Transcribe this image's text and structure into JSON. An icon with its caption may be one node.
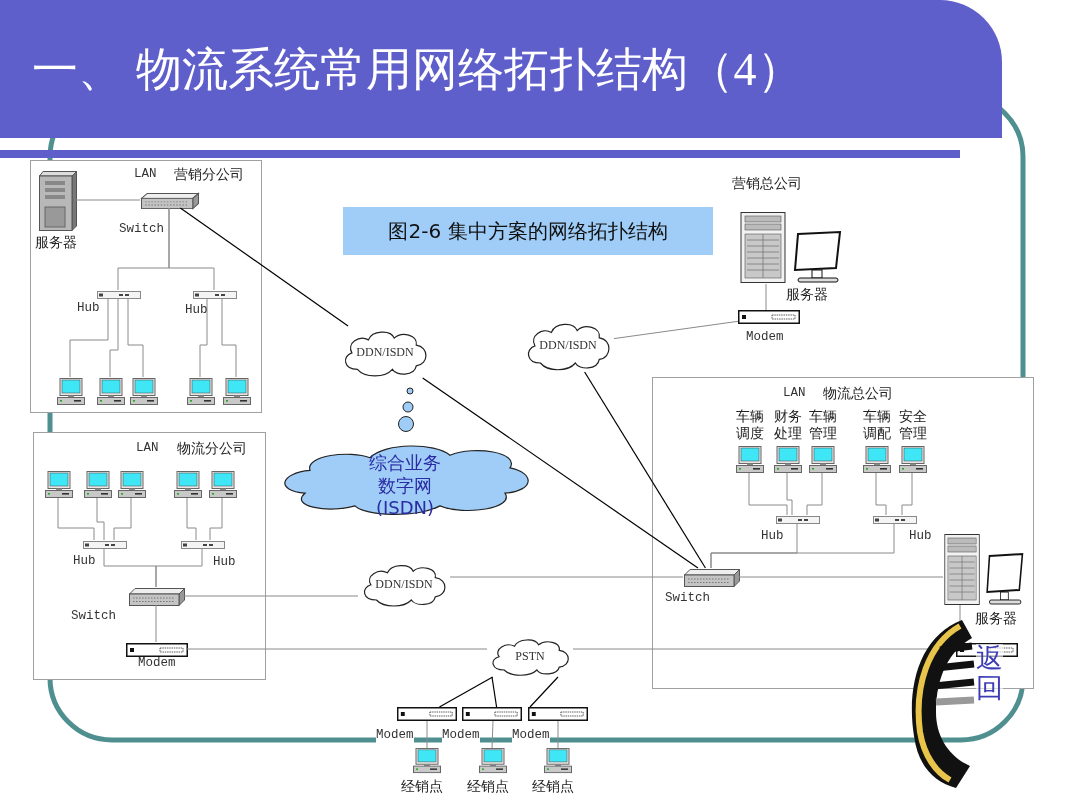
{
  "diagram": {
    "title": "一、 物流系统常用网络拓扑结构（4）",
    "caption": "图2-6 集中方案的网络拓扑结构",
    "nodes": [
      {
        "text": [
          "LAN",
          "营销分公司"
        ]
      },
      {
        "text": [
          "服务器"
        ],
        "in": 0
      },
      {
        "text": [
          "Switch"
        ],
        "in": 0
      },
      {
        "text": [
          "Hub"
        ],
        "in": 0
      },
      {
        "text": [
          "Hub"
        ],
        "in": 0
      },
      {
        "text": [],
        "shape": "computer",
        "in": 0
      },
      {
        "text": [],
        "shape": "computer",
        "in": 0
      },
      {
        "text": [],
        "shape": "computer",
        "in": 0
      },
      {
        "text": [],
        "shape": "computer",
        "in": 0
      },
      {
        "text": [],
        "shape": "computer",
        "in": 0
      },
      {
        "text": [
          "LAN",
          "物流分公司"
        ]
      },
      {
        "text": [],
        "shape": "computer",
        "in": 10
      },
      {
        "text": [],
        "shape": "computer",
        "in": 10
      },
      {
        "text": [],
        "shape": "computer",
        "in": 10
      },
      {
        "text": [],
        "shape": "computer",
        "in": 10
      },
      {
        "text": [],
        "shape": "computer",
        "in": 10
      },
      {
        "text": [
          "Hub"
        ],
        "in": 10
      },
      {
        "text": [
          "Hub"
        ],
        "in": 10
      },
      {
        "text": [
          "Switch"
        ],
        "in": 10
      },
      {
        "text": [
          "Modem"
        ],
        "in": 10
      },
      {
        "text": [
          "营销总公司",
          "服务器"
        ]
      },
      {
        "text": [
          "Modem"
        ]
      },
      {
        "text": [
          "DDN/ISDN"
        ]
      },
      {
        "text": [
          "DDN/ISDN"
        ]
      },
      {
        "text": [
          "综合业务数字网(ISDN)"
        ]
      },
      {
        "text": [
          "DDN/ISDN"
        ]
      },
      {
        "text": [
          "PSTN"
        ]
      },
      {
        "text": [
          "LAN",
          "物流总公司"
        ]
      },
      {
        "text": [
          "车辆调度"
        ],
        "in": 27
      },
      {
        "text": [
          "财务处理"
        ],
        "in": 27
      },
      {
        "text": [
          "车辆管理"
        ],
        "in": 27
      },
      {
        "text": [
          "车辆调配"
        ],
        "in": 27
      },
      {
        "text": [
          "安全管理"
        ],
        "in": 27
      },
      {
        "text": [
          "Hub"
        ],
        "in": 27
      },
      {
        "text": [
          "Hub"
        ],
        "in": 27
      },
      {
        "text": [
          "Switch"
        ],
        "in": 27
      },
      {
        "text": [
          "服务器"
        ],
        "in": 27
      },
      {
        "text": [],
        "shape": "box",
        "in": 27
      },
      {
        "text": [
          "Modem"
        ]
      },
      {
        "text": [
          "Modem"
        ]
      },
      {
        "text": [
          "Modem"
        ]
      },
      {
        "text": [
          "经销点"
        ]
      },
      {
        "text": [
          "经销点"
        ]
      },
      {
        "text": [
          "经销点"
        ]
      }
    ],
    "edges": [
      {
        "from": 1,
        "to": 2,
        "arrow": "none"
      },
      {
        "from": 2,
        "to": 3,
        "arrow": "none"
      },
      {
        "from": 2,
        "to": 4,
        "arrow": "none"
      },
      {
        "from": 3,
        "to": 5,
        "arrow": "none"
      },
      {
        "from": 3,
        "to": 6,
        "arrow": "none"
      },
      {
        "from": 3,
        "to": 7,
        "arrow": "none"
      },
      {
        "from": 4,
        "to": 8,
        "arrow": "none"
      },
      {
        "from": 4,
        "to": 9,
        "arrow": "none"
      },
      {
        "from": 2,
        "to": 22,
        "arrow": "none",
        "color": "#000000"
      },
      {
        "from": 16,
        "to": 11,
        "arrow": "none"
      },
      {
        "from": 16,
        "to": 12,
        "arrow": "none"
      },
      {
        "from": 16,
        "to": 13,
        "arrow": "none"
      },
      {
        "from": 17,
        "to": 14,
        "arrow": "none"
      },
      {
        "from": 17,
        "to": 15,
        "arrow": "none"
      },
      {
        "from": 16,
        "to": 18,
        "arrow": "none"
      },
      {
        "from": 17,
        "to": 18,
        "arrow": "none"
      },
      {
        "from": 18,
        "to": 19,
        "arrow": "none"
      },
      {
        "from": 18,
        "to": 25,
        "arrow": "none"
      },
      {
        "from": 19,
        "to": 26,
        "arrow": "none"
      },
      {
        "from": 20,
        "to": 21,
        "arrow": "none"
      },
      {
        "from": 21,
        "to": 23,
        "arrow": "none"
      },
      {
        "from": 22,
        "to": 35,
        "arrow": "none",
        "color": "#000000"
      },
      {
        "from": 23,
        "to": 35,
        "arrow": "none",
        "color": "#000000"
      },
      {
        "from": 25,
        "to": 35,
        "arrow": "none"
      },
      {
        "from": 33,
        "to": 28,
        "arrow": "none"
      },
      {
        "from": 33,
        "to": 29,
        "arrow": "none"
      },
      {
        "from": 33,
        "to": 30,
        "arrow": "none"
      },
      {
        "from": 34,
        "to": 31,
        "arrow": "none"
      },
      {
        "from": 34,
        "to": 32,
        "arrow": "none"
      },
      {
        "from": 33,
        "to": 35,
        "arrow": "none"
      },
      {
        "from": 34,
        "to": 35,
        "arrow": "none"
      },
      {
        "from": 35,
        "to": 36,
        "arrow": "none"
      },
      {
        "from": 36,
        "to": 37,
        "arrow": "none"
      },
      {
        "from": 26,
        "to": 37,
        "arrow": "none"
      },
      {
        "from": 26,
        "to": 38,
        "arrow": "none",
        "color": "#000000"
      },
      {
        "from": 26,
        "to": 39,
        "arrow": "none",
        "color": "#000000"
      },
      {
        "from": 26,
        "to": 40,
        "arrow": "none",
        "color": "#000000"
      },
      {
        "from": 38,
        "to": 41,
        "arrow": "none"
      },
      {
        "from": 39,
        "to": 42,
        "arrow": "none"
      },
      {
        "from": 40,
        "to": 43,
        "arrow": "none"
      }
    ],
    "labels": [
      "返回"
    ]
  }
}
